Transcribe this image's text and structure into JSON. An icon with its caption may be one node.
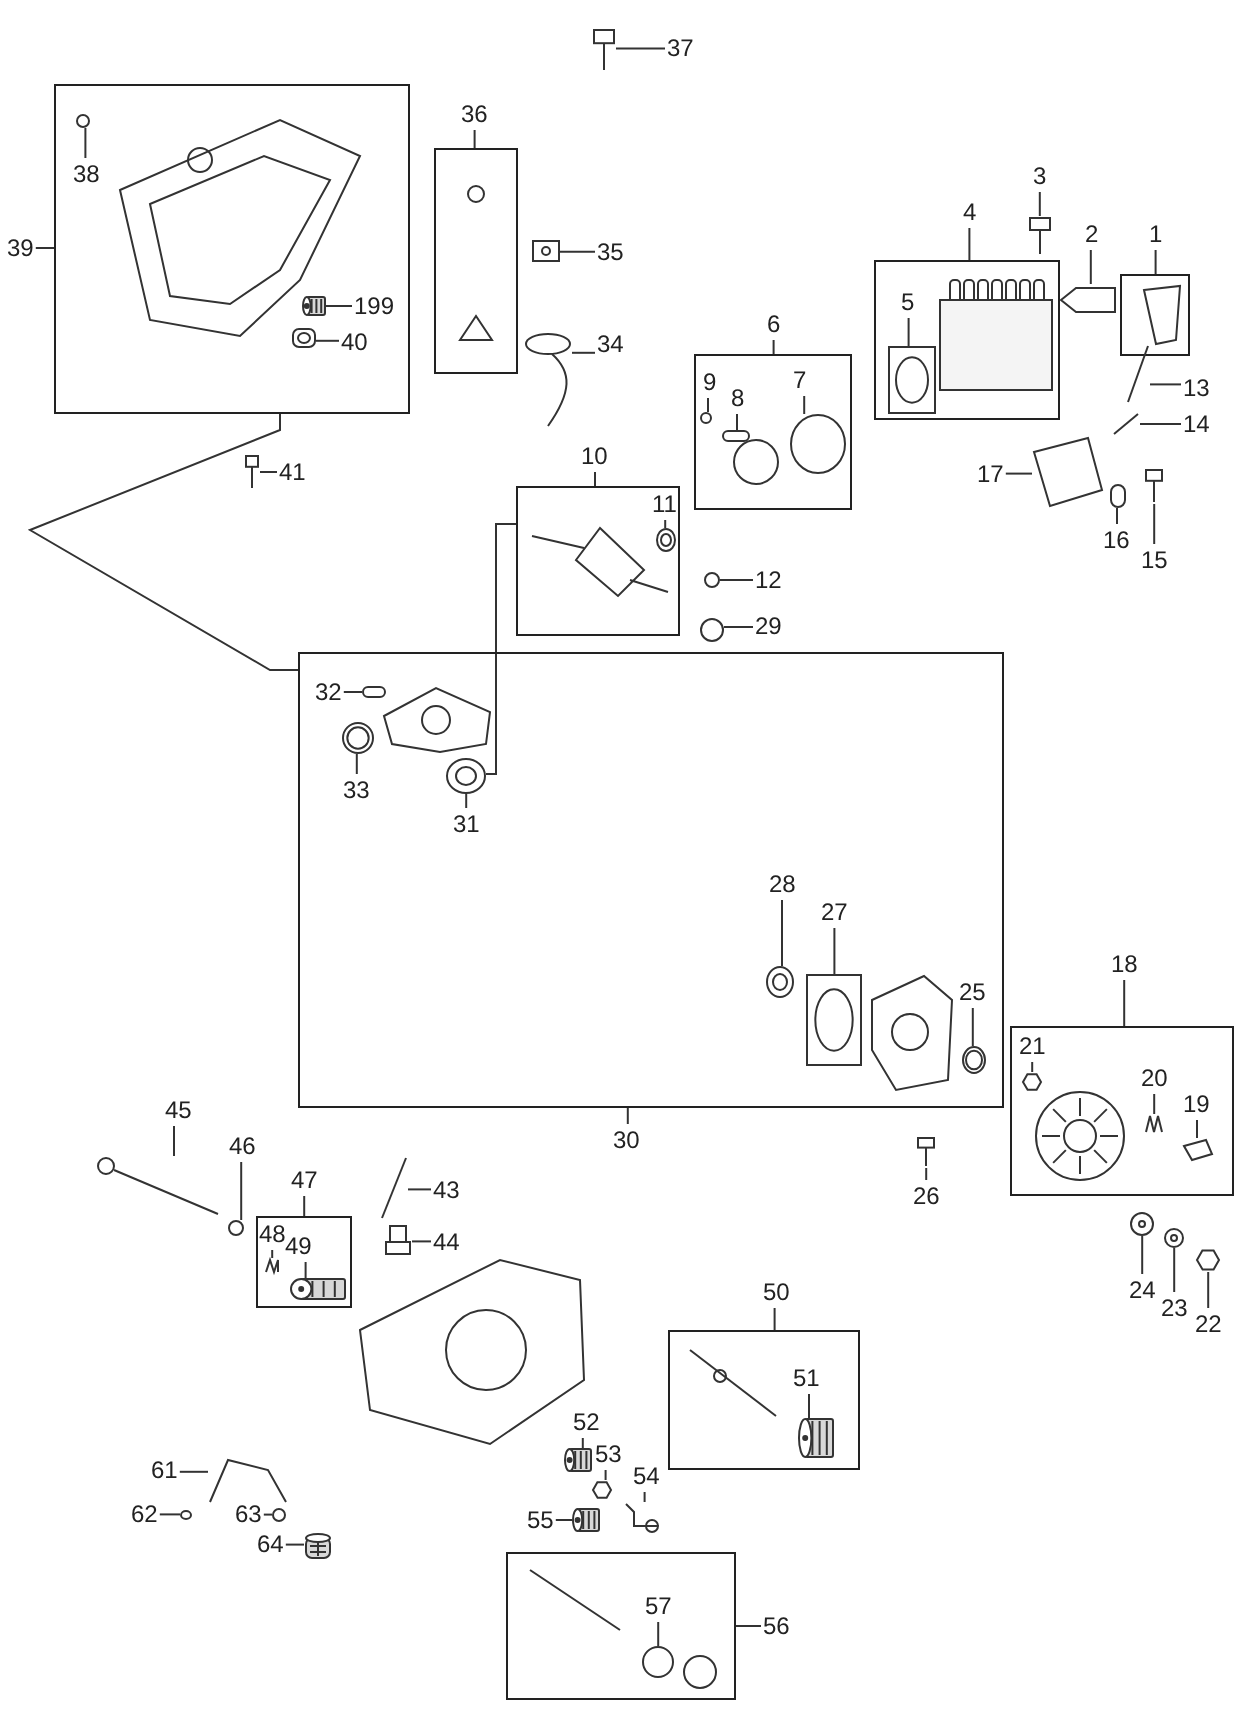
{
  "diagram": {
    "nodes": [
      {
        "text": [],
        "shape": "box"
      },
      {
        "text": [
          "37"
        ]
      },
      {
        "text": [
          "38"
        ],
        "in": 0
      },
      {
        "text": [
          "39"
        ]
      },
      {
        "text": [
          "199"
        ],
        "in": 0
      },
      {
        "text": [
          "40"
        ],
        "in": 0
      },
      {
        "text": [
          "41"
        ]
      },
      {
        "text": [],
        "shape": "box"
      },
      {
        "text": [
          "36"
        ]
      },
      {
        "text": [
          "35"
        ]
      },
      {
        "text": [
          "34"
        ]
      },
      {
        "text": [],
        "shape": "box"
      },
      {
        "text": [
          "4"
        ]
      },
      {
        "text": [
          "3"
        ]
      },
      {
        "text": [
          "5"
        ],
        "in": 11
      },
      {
        "text": [],
        "shape": "box"
      },
      {
        "text": [
          "2"
        ]
      },
      {
        "text": [
          "1"
        ]
      },
      {
        "text": [
          "13"
        ]
      },
      {
        "text": [
          "14"
        ]
      },
      {
        "text": [
          "17"
        ]
      },
      {
        "text": [
          "16"
        ]
      },
      {
        "text": [
          "15"
        ]
      },
      {
        "text": [],
        "shape": "box"
      },
      {
        "text": [
          "6"
        ]
      },
      {
        "text": [
          "9"
        ],
        "in": 23
      },
      {
        "text": [
          "8"
        ],
        "in": 23
      },
      {
        "text": [
          "7"
        ],
        "in": 23
      },
      {
        "text": [],
        "shape": "box"
      },
      {
        "text": [
          "10"
        ]
      },
      {
        "text": [
          "11"
        ],
        "in": 28
      },
      {
        "text": [
          "12"
        ]
      },
      {
        "text": [
          "29"
        ]
      },
      {
        "text": [],
        "shape": "box"
      },
      {
        "text": [
          "32"
        ],
        "in": 33
      },
      {
        "text": [
          "33"
        ],
        "in": 33
      },
      {
        "text": [
          "31"
        ],
        "in": 33
      },
      {
        "text": [
          "28"
        ],
        "in": 33
      },
      {
        "text": [
          "27"
        ],
        "in": 33
      },
      {
        "text": [
          "25"
        ],
        "in": 33
      },
      {
        "text": [
          "30"
        ]
      },
      {
        "text": [
          "26"
        ]
      },
      {
        "text": [],
        "shape": "box"
      },
      {
        "text": [
          "18"
        ]
      },
      {
        "text": [
          "21"
        ],
        "in": 42
      },
      {
        "text": [
          "20"
        ],
        "in": 42
      },
      {
        "text": [
          "19"
        ],
        "in": 42
      },
      {
        "text": [
          "24"
        ]
      },
      {
        "text": [
          "23"
        ]
      },
      {
        "text": [
          "22"
        ]
      },
      {
        "text": [
          "45"
        ]
      },
      {
        "text": [
          "46"
        ]
      },
      {
        "text": [],
        "shape": "box"
      },
      {
        "text": [
          "47"
        ]
      },
      {
        "text": [
          "48"
        ],
        "in": 52
      },
      {
        "text": [
          "49"
        ],
        "in": 52
      },
      {
        "text": [
          "43"
        ]
      },
      {
        "text": [
          "44"
        ]
      },
      {
        "text": [],
        "shape": "box"
      },
      {
        "text": [
          "50"
        ]
      },
      {
        "text": [
          "51"
        ],
        "in": 58
      },
      {
        "text": [
          "52"
        ]
      },
      {
        "text": [
          "53"
        ]
      },
      {
        "text": [
          "54"
        ]
      },
      {
        "text": [
          "55"
        ]
      },
      {
        "text": [
          "61"
        ]
      },
      {
        "text": [
          "62"
        ]
      },
      {
        "text": [
          "63"
        ]
      },
      {
        "text": [
          "64"
        ]
      },
      {
        "text": [],
        "shape": "box"
      },
      {
        "text": [
          "56"
        ]
      },
      {
        "text": [
          "57"
        ],
        "in": 69
      },
      {
        "text": [],
        "shape": "picture"
      },
      {
        "text": [],
        "shape": "bar",
        "in": 0
      },
      {
        "text": [],
        "shape": "picture",
        "in": 0
      },
      {
        "text": [],
        "shape": "picture",
        "in": 0
      },
      {
        "text": [],
        "shape": "picture"
      },
      {
        "text": [],
        "shape": "picture"
      },
      {
        "text": [],
        "shape": "picture"
      },
      {
        "text": [],
        "shape": "picture"
      },
      {
        "text": [],
        "shape": "picture",
        "in": 11
      },
      {
        "text": [],
        "shape": "picture"
      },
      {
        "text": [],
        "shape": "picture"
      },
      {
        "text": [],
        "shape": "picture"
      },
      {
        "text": [],
        "shape": "picture"
      },
      {
        "text": [],
        "shape": "bar"
      },
      {
        "text": [],
        "shape": "picture"
      },
      {
        "text": [],
        "shape": "circle",
        "in": 23
      },
      {
        "text": [],
        "shape": "bar",
        "in": 23
      },
      {
        "text": [],
        "shape": "circle",
        "in": 23
      },
      {
        "text": [],
        "shape": "picture",
        "in": 28
      },
      {
        "text": [],
        "shape": "bar"
      },
      {
        "text": [],
        "shape": "circle"
      },
      {
        "text": [],
        "shape": "bar",
        "in": 33
      },
      {
        "text": [],
        "shape": "picture",
        "in": 33
      },
      {
        "text": [],
        "shape": "picture",
        "in": 33
      },
      {
        "text": [],
        "shape": "picture",
        "in": 33
      },
      {
        "text": [],
        "shape": "picture",
        "in": 33
      },
      {
        "text": [],
        "shape": "picture",
        "in": 33
      },
      {
        "text": [],
        "shape": "picture"
      },
      {
        "text": [],
        "shape": "picture",
        "in": 42
      },
      {
        "text": [],
        "shape": "picture",
        "in": 42
      },
      {
        "text": [],
        "shape": "picture",
        "in": 42
      },
      {
        "text": [],
        "shape": "picture"
      },
      {
        "text": [],
        "shape": "picture"
      },
      {
        "text": [],
        "shape": "picture"
      },
      {
        "text": [],
        "shape": "picture"
      },
      {
        "text": [],
        "shape": "circle"
      },
      {
        "text": [],
        "shape": "picture",
        "in": 52
      },
      {
        "text": [],
        "shape": "picture",
        "in": 52
      },
      {
        "text": [],
        "shape": "picture"
      },
      {
        "text": [],
        "shape": "picture"
      },
      {
        "text": [],
        "shape": "picture",
        "in": 58
      },
      {
        "text": [],
        "shape": "picture"
      },
      {
        "text": [],
        "shape": "picture"
      },
      {
        "text": [],
        "shape": "picture"
      },
      {
        "text": [],
        "shape": "picture"
      },
      {
        "text": [],
        "shape": "picture"
      },
      {
        "text": [],
        "shape": "circle"
      },
      {
        "text": [],
        "shape": "circle"
      },
      {
        "text": [],
        "shape": "picture"
      },
      {
        "text": [],
        "shape": "circle",
        "in": 69
      }
    ],
    "edges": [
      {
        "from": 1,
        "to": 72,
        "arrow": "none"
      },
      {
        "from": 2,
        "to": 73,
        "arrow": "none"
      },
      {
        "from": 3,
        "to": 0,
        "arrow": "none"
      },
      {
        "from": 4,
        "to": 74,
        "arrow": "none"
      },
      {
        "from": 5,
        "to": 75,
        "arrow": "none"
      },
      {
        "from": 6,
        "to": 76,
        "arrow": "none"
      },
      {
        "from": 8,
        "to": 7,
        "arrow": "none"
      },
      {
        "from": 9,
        "to": 77,
        "arrow": "none"
      },
      {
        "from": 10,
        "to": 78,
        "arrow": "none"
      },
      {
        "from": 12,
        "to": 11,
        "arrow": "none"
      },
      {
        "from": 13,
        "to": 79,
        "arrow": "none"
      },
      {
        "from": 14,
        "to": 80,
        "arrow": "none"
      },
      {
        "from": 16,
        "to": 81,
        "arrow": "none"
      },
      {
        "from": 17,
        "to": 15,
        "arrow": "none"
      },
      {
        "from": 18,
        "to": 82,
        "arrow": "none"
      },
      {
        "from": 19,
        "to": 83,
        "arrow": "none"
      },
      {
        "from": 20,
        "to": 84,
        "arrow": "none"
      },
      {
        "from": 21,
        "to": 85,
        "arrow": "none"
      },
      {
        "from": 22,
        "to": 86,
        "arrow": "none"
      },
      {
        "from": 24,
        "to": 23,
        "arrow": "none"
      },
      {
        "from": 25,
        "to": 87,
        "arrow": "none"
      },
      {
        "from": 26,
        "to": 88,
        "arrow": "none"
      },
      {
        "from": 27,
        "to": 89,
        "arrow": "none"
      },
      {
        "from": 29,
        "to": 28,
        "arrow": "none"
      },
      {
        "from": 30,
        "to": 90,
        "arrow": "none"
      },
      {
        "from": 31,
        "to": 91,
        "arrow": "none"
      },
      {
        "from": 32,
        "to": 92,
        "arrow": "none"
      },
      {
        "from": 34,
        "to": 93,
        "arrow": "none"
      },
      {
        "from": 35,
        "to": 94,
        "arrow": "none"
      },
      {
        "from": 36,
        "to": 95,
        "arrow": "none"
      },
      {
        "from": 37,
        "to": 96,
        "arrow": "none"
      },
      {
        "from": 38,
        "to": 97,
        "arrow": "none"
      },
      {
        "from": 39,
        "to": 98,
        "arrow": "none"
      },
      {
        "from": 40,
        "to": 33,
        "arrow": "none"
      },
      {
        "from": 41,
        "to": 99,
        "arrow": "none"
      },
      {
        "from": 43,
        "to": 42,
        "arrow": "none"
      },
      {
        "from": 44,
        "to": 100,
        "arrow": "none"
      },
      {
        "from": 45,
        "to": 101,
        "arrow": "none"
      },
      {
        "from": 46,
        "to": 102,
        "arrow": "none"
      },
      {
        "from": 47,
        "to": 103,
        "arrow": "none"
      },
      {
        "from": 48,
        "to": 104,
        "arrow": "none"
      },
      {
        "from": 49,
        "to": 105,
        "arrow": "none"
      },
      {
        "from": 50,
        "to": 106,
        "arrow": "none"
      },
      {
        "from": 51,
        "to": 107,
        "arrow": "none"
      },
      {
        "from": 53,
        "to": 52,
        "arrow": "none"
      },
      {
        "from": 54,
        "to": 108,
        "arrow": "none"
      },
      {
        "from": 55,
        "to": 109,
        "arrow": "none"
      },
      {
        "from": 56,
        "to": 110,
        "arrow": "none"
      },
      {
        "from": 57,
        "to": 111,
        "arrow": "none"
      },
      {
        "from": 59,
        "to": 58,
        "arrow": "none"
      },
      {
        "from": 60,
        "to": 112,
        "arrow": "none"
      },
      {
        "from": 61,
        "to": 113,
        "arrow": "none"
      },
      {
        "from": 62,
        "to": 114,
        "arrow": "none"
      },
      {
        "from": 63,
        "to": 115,
        "arrow": "none"
      },
      {
        "from": 64,
        "to": 116,
        "arrow": "none"
      },
      {
        "from": 65,
        "to": 117,
        "arrow": "none"
      },
      {
        "from": 66,
        "to": 118,
        "arrow": "none"
      },
      {
        "from": 67,
        "to": 119,
        "arrow": "none"
      },
      {
        "from": 68,
        "to": 120,
        "arrow": "none"
      },
      {
        "from": 70,
        "to": 69,
        "arrow": "none"
      },
      {
        "from": 71,
        "to": 121,
        "arrow": "none"
      },
      {
        "from": 0,
        "to": 33,
        "arrow": "none"
      },
      {
        "from": 28,
        "to": 95,
        "arrow": "none"
      }
    ]
  }
}
